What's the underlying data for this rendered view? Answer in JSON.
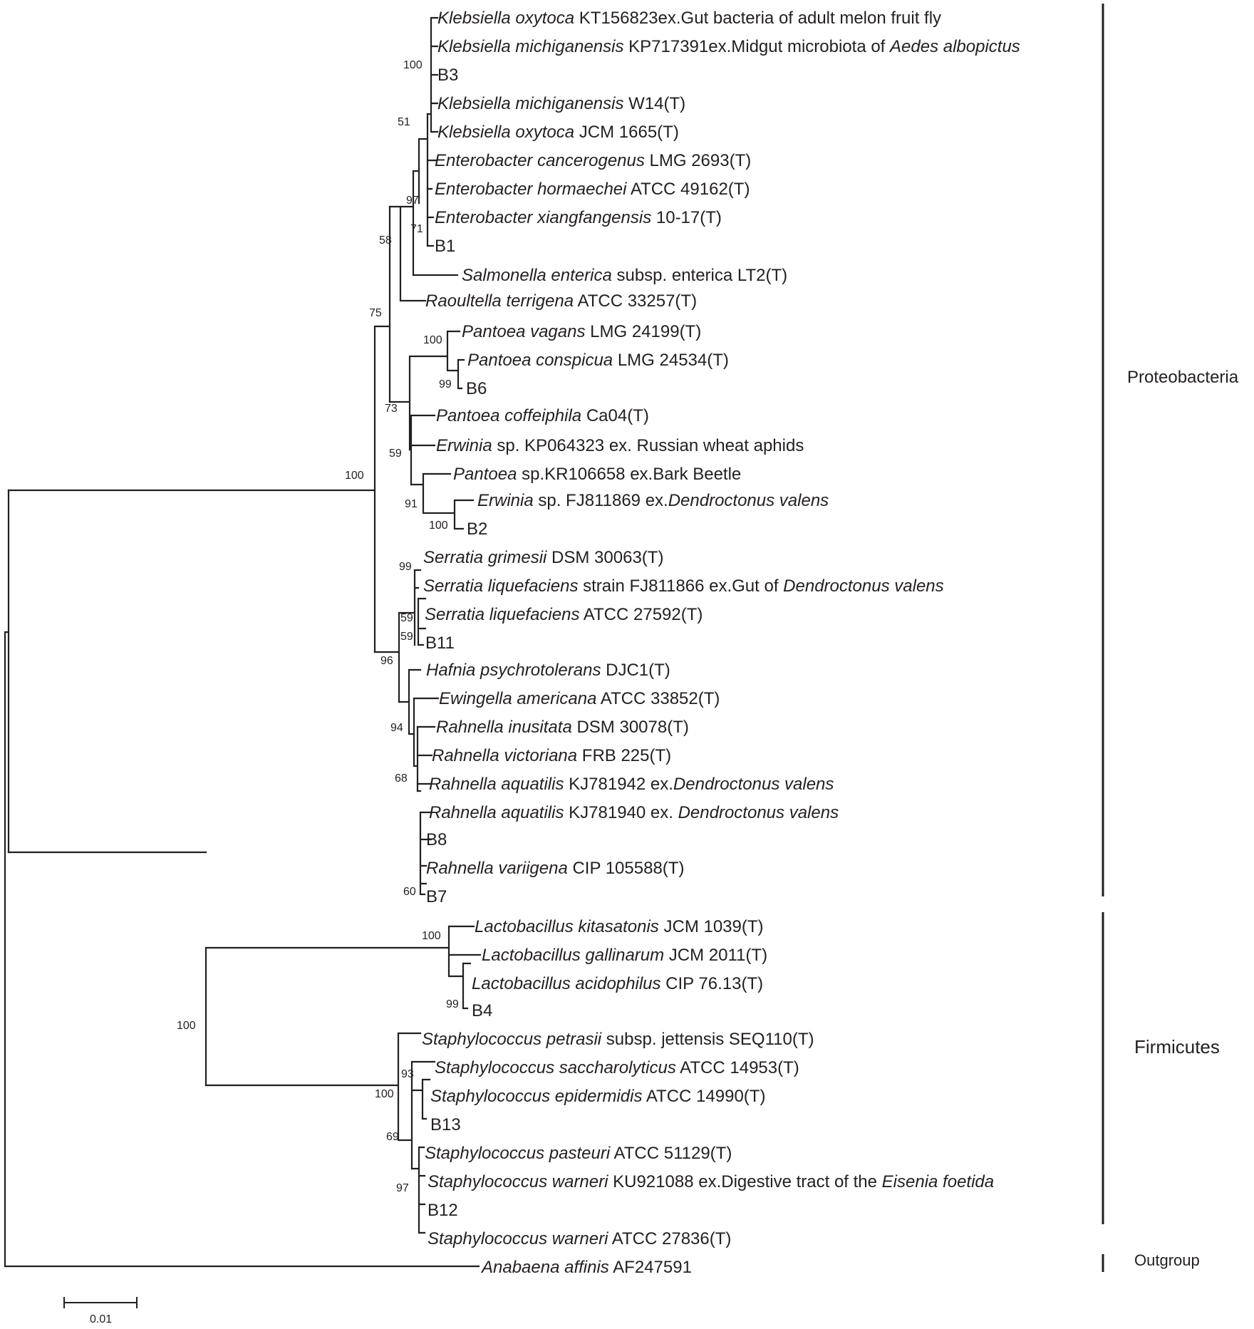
{
  "taxa": [
    {
      "name": "Klebsiella oxytoca",
      "rest": " KT156823ex.Gut bacteria of adult melon fruit fly"
    },
    {
      "name": "Klebsiella michiganensis",
      "rest": " KP717391ex.Midgut microbiota of ",
      "tail_italic": "Aedes albopictus"
    },
    {
      "name": "",
      "rest": "B3"
    },
    {
      "name": "Klebsiella michiganensis",
      "rest": " W14(T)"
    },
    {
      "name": "Klebsiella oxytoca",
      "rest": " JCM 1665(T)"
    },
    {
      "name": "Enterobacter cancerogenus",
      "rest": " LMG 2693(T)"
    },
    {
      "name": "Enterobacter hormaechei",
      "rest": " ATCC 49162(T)"
    },
    {
      "name": "Enterobacter xiangfangensis",
      "rest": " 10-17(T)"
    },
    {
      "name": "",
      "rest": "B1"
    },
    {
      "name": "Salmonella enterica",
      "rest": " subsp. enterica LT2(T)"
    },
    {
      "name": "Raoultella terrigena",
      "rest": " ATCC 33257(T)"
    },
    {
      "name": "Pantoea vagans",
      "rest": " LMG 24199(T)"
    },
    {
      "name": "Pantoea conspicua",
      "rest": " LMG 24534(T)"
    },
    {
      "name": "",
      "rest": "B6"
    },
    {
      "name": "Pantoea coffeiphila",
      "rest": " Ca04(T)"
    },
    {
      "name": "Erwinia",
      "rest": " sp. KP064323 ex. Russian wheat aphids"
    },
    {
      "name": "Pantoea",
      "rest": " sp.KR106658 ex.Bark Beetle"
    },
    {
      "name": "Erwinia",
      "rest": " sp. FJ811869 ex.",
      "tail_italic": "Dendroctonus valens"
    },
    {
      "name": "",
      "rest": "B2"
    },
    {
      "name": "Serratia grimesii",
      "rest": " DSM 30063(T)"
    },
    {
      "name": "Serratia liquefaciens",
      "rest": " strain FJ811866 ex.Gut of ",
      "tail_italic": "Dendroctonus valens"
    },
    {
      "name": "Serratia liquefaciens",
      "rest": " ATCC 27592(T)"
    },
    {
      "name": "",
      "rest": "B11"
    },
    {
      "name": "Hafnia psychrotolerans",
      "rest": " DJC1(T)"
    },
    {
      "name": "Ewingella americana",
      "rest": " ATCC 33852(T)"
    },
    {
      "name": "Rahnella inusitata",
      "rest": " DSM 30078(T)"
    },
    {
      "name": "Rahnella victoriana",
      "rest": " FRB 225(T)"
    },
    {
      "name": "Rahnella aquatilis",
      "rest": " KJ781942 ex.",
      "tail_italic": "Dendroctonus valens"
    },
    {
      "name": "Rahnella aquatilis",
      "rest": " KJ781940 ex. ",
      "tail_italic": "Dendroctonus valens"
    },
    {
      "name": "",
      "rest": "B8"
    },
    {
      "name": "Rahnella variigena",
      "rest": " CIP 105588(T)"
    },
    {
      "name": "",
      "rest": "B7"
    },
    {
      "name": "Lactobacillus kitasatonis",
      "rest": " JCM 1039(T)"
    },
    {
      "name": "Lactobacillus gallinarum",
      "rest": " JCM 2011(T)"
    },
    {
      "name": "Lactobacillus acidophilus",
      "rest": " CIP 76.13(T)"
    },
    {
      "name": "",
      "rest": "B4"
    },
    {
      "name": "Staphylococcus petrasii",
      "rest": " subsp. jettensis SEQ110(T)"
    },
    {
      "name": "Staphylococcus saccharolyticus",
      "rest": " ATCC 14953(T)"
    },
    {
      "name": "Staphylococcus epidermidis",
      "rest": " ATCC 14990(T)"
    },
    {
      "name": "",
      "rest": "B13"
    },
    {
      "name": "Staphylococcus pasteuri",
      "rest": " ATCC 51129(T)"
    },
    {
      "name": "Staphylococcus warneri",
      "rest": " KU921088 ex.Digestive tract of the ",
      "tail_italic": "Eisenia foetida"
    },
    {
      "name": "",
      "rest": "B12"
    },
    {
      "name": "Staphylococcus warneri",
      "rest": " ATCC 27836(T)"
    },
    {
      "name": "Anabaena affinis",
      "rest": " AF247591"
    }
  ],
  "bootstrap": [
    "100",
    "51",
    "97",
    "71",
    "58",
    "75",
    "100",
    "99",
    "73",
    "59",
    "91",
    "100",
    "100",
    "99",
    "59",
    "59",
    "96",
    "94",
    "68",
    "60",
    "100",
    "99",
    "100",
    "93",
    "100",
    "69",
    "97"
  ],
  "groups": {
    "proteobacteria": "Proteobacteria",
    "firmicutes": "Firmicutes",
    "outgroup": "Outgroup"
  },
  "scale_bar": {
    "label": "0.01"
  }
}
